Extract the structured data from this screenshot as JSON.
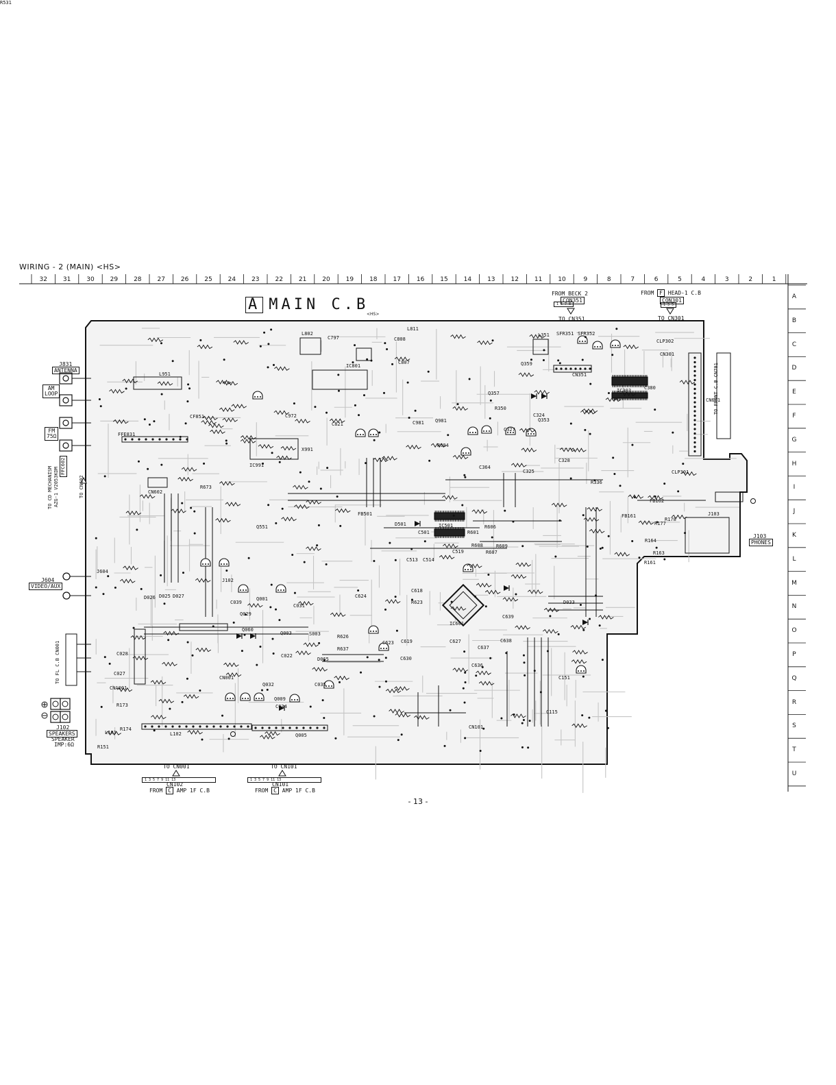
{
  "page_title": "WIRING - 2 (MAIN) <HS>",
  "page_number": "- 13 -",
  "grid": {
    "columns": [
      "32",
      "31",
      "30",
      "29",
      "28",
      "27",
      "26",
      "25",
      "24",
      "23",
      "22",
      "21",
      "20",
      "19",
      "18",
      "17",
      "16",
      "15",
      "14",
      "13",
      "12",
      "11",
      "10",
      "9",
      "8",
      "7",
      "6",
      "5",
      "4",
      "3",
      "2",
      "1"
    ],
    "rows": [
      "A",
      "B",
      "C",
      "D",
      "E",
      "F",
      "G",
      "H",
      "I",
      "J",
      "K",
      "L",
      "M",
      "N",
      "O",
      "P",
      "Q",
      "R",
      "S",
      "T",
      "U"
    ]
  },
  "board": {
    "letter": "A",
    "name": "MAIN C.B",
    "suffix": "<HS>"
  },
  "connectors": {
    "top_beck": {
      "from": "FROM BECK 2",
      "name": "CON351",
      "pins": "1  5  7  8",
      "to": "TO CN351"
    },
    "top_head": {
      "from": "FROM",
      "from_letter": "F",
      "from_rest": "HEAD-1 C.B",
      "name": "CON301",
      "pins": "1  3  5",
      "to": "TO CN301"
    },
    "bottom_left": {
      "to": "TO CN001",
      "name": "CN102",
      "pins": "1   3   5   7   9   11   13",
      "from": "FROM",
      "from_letter": "C",
      "from_rest": "AMP 1F C.B"
    },
    "bottom_right": {
      "to": "TO CN101",
      "name": "CN101",
      "pins": "1   3   5   7   9   11   13",
      "from": "FROM",
      "from_letter": "C",
      "from_rest": "AMP 1F C.B"
    }
  },
  "side_labels": {
    "antenna_ref": "J831",
    "antenna": "ANTENNA",
    "am_loop_line1": "AM",
    "am_loop_line2": "LOOP",
    "fm_line1": "FM",
    "fm_line2": "75Ω",
    "mech_line1": "TO CD MECHANISM",
    "mech_line2": "AZG-1 V2053KDM",
    "mech_line3": "FFC602",
    "mech_line4": "TO CN602",
    "video_ref": "J604",
    "video": "VIDEO/AUX",
    "fl_cb": "TO FL C.B CN001",
    "speaker_ref": "J102",
    "speakers": "SPEAKERS",
    "speaker_line2": "SPEAKER",
    "speaker_line3": "IMP:6Ω",
    "phones_ref": "J103",
    "phones": "PHONES",
    "front_cb": "TO FRONT C.B CN701"
  },
  "components": [
    {
      "t": "L802"
    },
    {
      "t": "C797"
    },
    {
      "t": "L811"
    },
    {
      "t": "C808"
    },
    {
      "t": "C807"
    },
    {
      "t": "IC801"
    },
    {
      "t": "L351"
    },
    {
      "t": "SFR351"
    },
    {
      "t": "SFR352"
    },
    {
      "t": "CLP302"
    },
    {
      "t": "CN301"
    },
    {
      "t": "CN351"
    },
    {
      "t": "IC303"
    },
    {
      "t": "C380"
    },
    {
      "t": "CN601"
    },
    {
      "t": "Q359"
    },
    {
      "t": "Q357"
    },
    {
      "t": "Q353"
    },
    {
      "t": "R350"
    },
    {
      "t": "C324"
    },
    {
      "t": "C327"
    },
    {
      "t": "C325"
    },
    {
      "t": "C328"
    },
    {
      "t": "CLP301"
    },
    {
      "t": "R336"
    },
    {
      "t": "L951"
    },
    {
      "t": "CF851"
    },
    {
      "t": "FFE831"
    },
    {
      "t": "C972"
    },
    {
      "t": "IC991"
    },
    {
      "t": "X991"
    },
    {
      "t": "C821"
    },
    {
      "t": "C981"
    },
    {
      "t": "Q981"
    },
    {
      "t": "R984"
    },
    {
      "t": "C364"
    },
    {
      "t": "CN602"
    },
    {
      "t": "R673"
    },
    {
      "t": "FB501"
    },
    {
      "t": "IC501"
    },
    {
      "t": "D501"
    },
    {
      "t": "C501"
    },
    {
      "t": "R601"
    },
    {
      "t": "R606"
    },
    {
      "t": "R608"
    },
    {
      "t": "R607"
    },
    {
      "t": "R609"
    },
    {
      "t": "C513"
    },
    {
      "t": "C519"
    },
    {
      "t": "C514"
    },
    {
      "t": "C624"
    },
    {
      "t": "C618"
    },
    {
      "t": "R623"
    },
    {
      "t": "IC601"
    },
    {
      "t": "C639"
    },
    {
      "t": "D033"
    },
    {
      "t": "FB162"
    },
    {
      "t": "FB161"
    },
    {
      "t": "J103"
    },
    {
      "t": "R164"
    },
    {
      "t": "R161"
    },
    {
      "t": "R163"
    },
    {
      "t": "R177"
    },
    {
      "t": "R178"
    },
    {
      "t": "J604"
    },
    {
      "t": "D026"
    },
    {
      "t": "D025"
    },
    {
      "t": "D027"
    },
    {
      "t": "Q001"
    },
    {
      "t": "C039"
    },
    {
      "t": "Q029"
    },
    {
      "t": "C031"
    },
    {
      "t": "Q060"
    },
    {
      "t": "Q003"
    },
    {
      "t": "S003"
    },
    {
      "t": "R626"
    },
    {
      "t": "R637"
    },
    {
      "t": "C619"
    },
    {
      "t": "C623"
    },
    {
      "t": "C630"
    },
    {
      "t": "C627"
    },
    {
      "t": "C637"
    },
    {
      "t": "C638"
    },
    {
      "t": "C636"
    },
    {
      "t": "C028"
    },
    {
      "t": "C027"
    },
    {
      "t": "CNA001"
    },
    {
      "t": "R173"
    },
    {
      "t": "L101"
    },
    {
      "t": "R174"
    },
    {
      "t": "L102"
    },
    {
      "t": "CN001"
    },
    {
      "t": "C022"
    },
    {
      "t": "Q032"
    },
    {
      "t": "Q009"
    },
    {
      "t": "C034"
    },
    {
      "t": "D065"
    },
    {
      "t": "C035"
    },
    {
      "t": "Q005"
    },
    {
      "t": "CN101"
    },
    {
      "t": "C115"
    },
    {
      "t": "C151"
    },
    {
      "t": "R151"
    },
    {
      "t": "J102"
    },
    {
      "t": "Q551"
    },
    {
      "t": "R531"
    }
  ]
}
